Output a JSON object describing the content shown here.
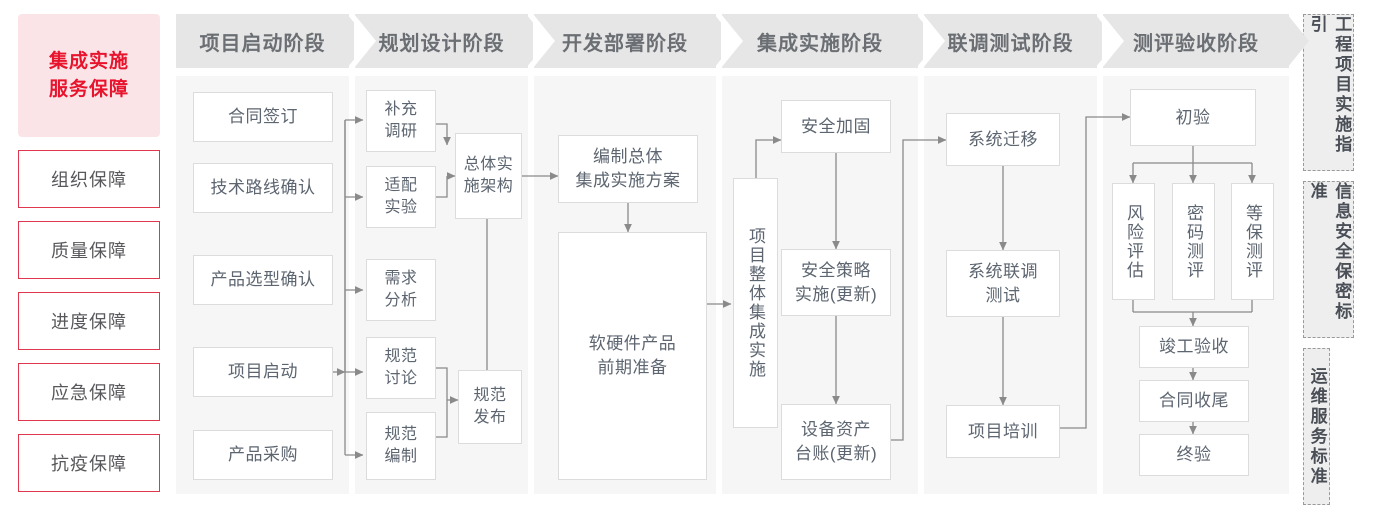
{
  "left_rail": {
    "title": "集成实施\n服务保障",
    "title_line1": "集成实施",
    "title_line2": "服务保障",
    "accent_color": "#e8142d",
    "title_bg": "#fbe4e8",
    "items": [
      {
        "label": "组织保障"
      },
      {
        "label": "质量保障"
      },
      {
        "label": "进度保障"
      },
      {
        "label": "应急保障"
      },
      {
        "label": "抗疫保障"
      }
    ]
  },
  "phases": [
    {
      "id": "p1",
      "header": "项目启动阶段"
    },
    {
      "id": "p2",
      "header": "规划设计阶段"
    },
    {
      "id": "p3",
      "header": "开发部署阶段"
    },
    {
      "id": "p4",
      "header": "集成实施阶段"
    },
    {
      "id": "p5",
      "header": "联调测试阶段"
    },
    {
      "id": "p6",
      "header": "测评验收阶段"
    }
  ],
  "nodes": {
    "p1_1": "合同签订",
    "p1_2": "技术路线确认",
    "p1_3": "产品选型确认",
    "p1_4": "项目启动",
    "p1_5": "产品采购",
    "p2_1": "补充\n调研",
    "p2_1a": "补充",
    "p2_1b": "调研",
    "p2_2a": "适配",
    "p2_2b": "实验",
    "p2_3a": "需求",
    "p2_3b": "分析",
    "p2_4a": "规范",
    "p2_4b": "讨论",
    "p2_5a": "规范",
    "p2_5b": "编制",
    "p2_arch_a": "总体实",
    "p2_arch_b": "施架构",
    "p2_pub_a": "规范",
    "p2_pub_b": "发布",
    "p3_1a": "编制总体",
    "p3_1b": "集成实施方案",
    "p3_2a": "软硬件产品",
    "p3_2b": "前期准备",
    "p4_vert": "项目整体集成实施",
    "p4_1": "安全加固",
    "p4_2a": "安全策略",
    "p4_2b": "实施(更新)",
    "p4_3a": "设备资产",
    "p4_3b": "台账(更新)",
    "p5_1": "系统迁移",
    "p5_2a": "系统联调",
    "p5_2b": "测试",
    "p5_3": "项目培训",
    "p6_1": "初验",
    "p6_2": "风险评估",
    "p6_3": "密码测评",
    "p6_4": "等保测评",
    "p6_5": "竣工验收",
    "p6_6": "合同收尾",
    "p6_7": "终验"
  },
  "right_rail": {
    "items": [
      {
        "label": "工程项目实施指引",
        "col1": "工项实指",
        "col2": "程目施引"
      },
      {
        "label": "信息安全保密标准",
        "col1": "信安保标",
        "col2": "息全密准"
      },
      {
        "label": "运维服务标准",
        "col1": "运服标",
        "col2": "维务准"
      }
    ]
  },
  "colors": {
    "column_bg": "#f6f6f6",
    "header_bg": "#e6e6e6",
    "header_text": "#6b6f74",
    "node_border": "#dcdcdc",
    "node_text": "#5c6570",
    "connector": "#8a8a8a",
    "rail_border": "#e0374e"
  }
}
